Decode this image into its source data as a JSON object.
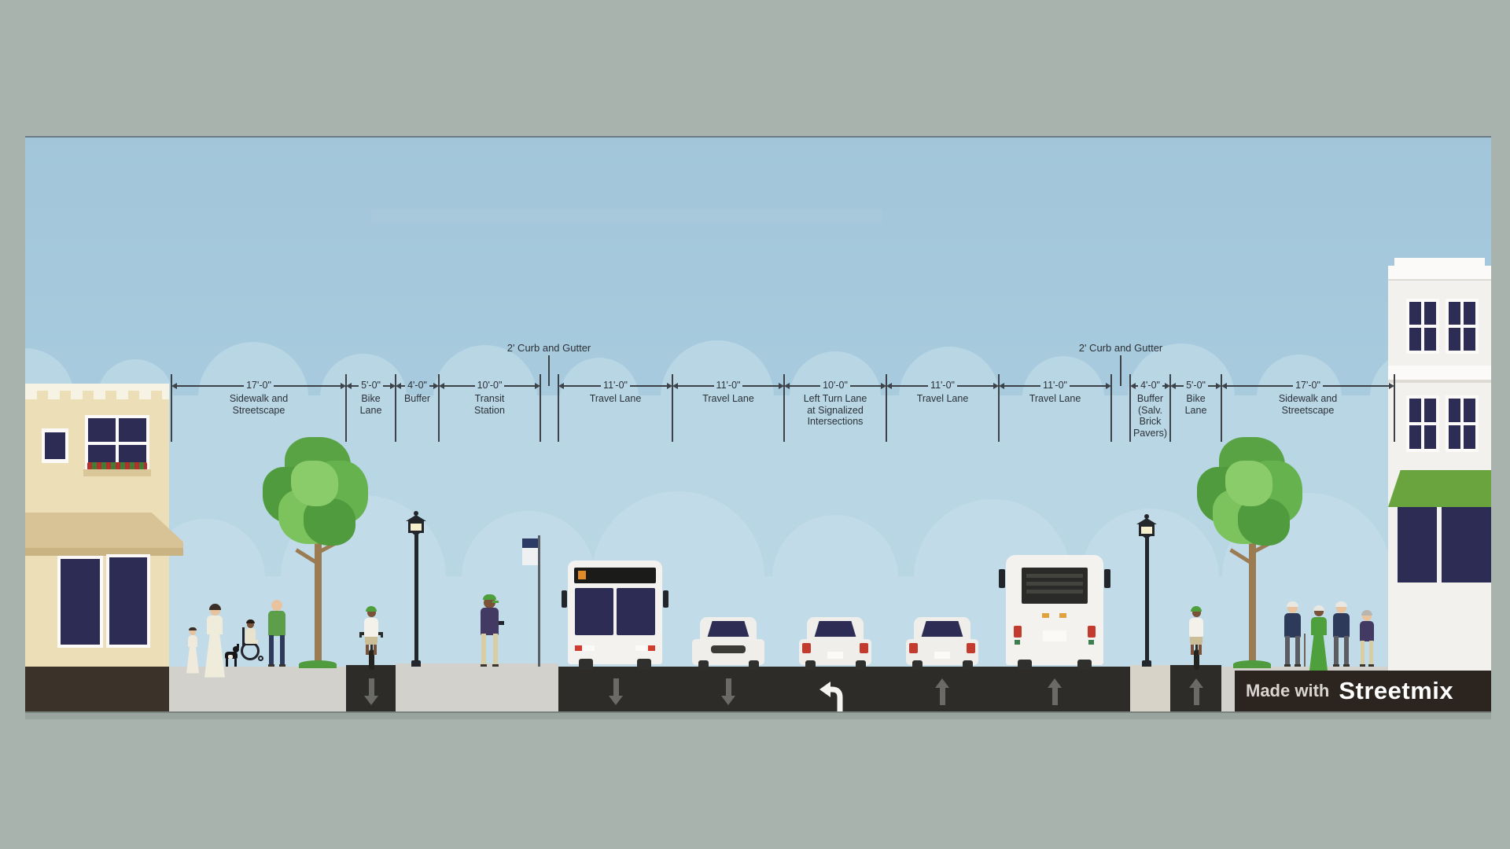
{
  "dimensions": {
    "segments": [
      {
        "width": "17'-0\"",
        "name_lines": [
          "Sidewalk and",
          "Streetscape"
        ]
      },
      {
        "width": "5'-0\"",
        "name_lines": [
          "Bike",
          "Lane"
        ]
      },
      {
        "width": "4'-0\"",
        "name_lines": [
          "Buffer"
        ]
      },
      {
        "width": "10'-0\"",
        "name_lines": [
          "Transit",
          "Station"
        ]
      },
      {
        "width": "11'-0\"",
        "name_lines": [
          "Travel Lane"
        ]
      },
      {
        "width": "11'-0\"",
        "name_lines": [
          "Travel Lane"
        ]
      },
      {
        "width": "10'-0\"",
        "name_lines": [
          "Left Turn Lane",
          "at Signalized",
          "Intersections"
        ]
      },
      {
        "width": "11'-0\"",
        "name_lines": [
          "Travel Lane"
        ]
      },
      {
        "width": "11'-0\"",
        "name_lines": [
          "Travel Lane"
        ]
      },
      {
        "width": "4'-0\"",
        "name_lines": [
          "Buffer",
          "(Salv.",
          "Brick",
          "Pavers)"
        ]
      },
      {
        "width": "5'-0\"",
        "name_lines": [
          "Bike",
          "Lane"
        ]
      },
      {
        "width": "17'-0\"",
        "name_lines": [
          "Sidewalk and",
          "Streetscape"
        ]
      }
    ],
    "curb_notes": [
      {
        "label": "2' Curb and Gutter"
      },
      {
        "label": "2' Curb and Gutter"
      }
    ]
  },
  "watermark": {
    "made_with": "Made with",
    "brand": "Streetmix"
  },
  "colors": {
    "background": "#a9b3ae",
    "sky_top": "#a2c5da",
    "sky_bottom": "#aed0e1",
    "cloud_upper": "#b9d6e5",
    "cloud_lower": "#c2dbe9",
    "road_asphalt": "#2d2c29",
    "sidewalk_concrete": "#d2d1cb",
    "buffer_pavers": "#d7d3c8",
    "dimension_ink": "#3c4248",
    "left_building_wall": "#ecdfb7",
    "left_building_base": "#3b332a",
    "left_awning": "#d7c395",
    "right_building_wall": "#f2f1ed",
    "right_awning_green": "#69a43e",
    "window_glass": "#2c2c54",
    "tree_green": "#5aa345",
    "watermark_bg": "#2b241f"
  }
}
